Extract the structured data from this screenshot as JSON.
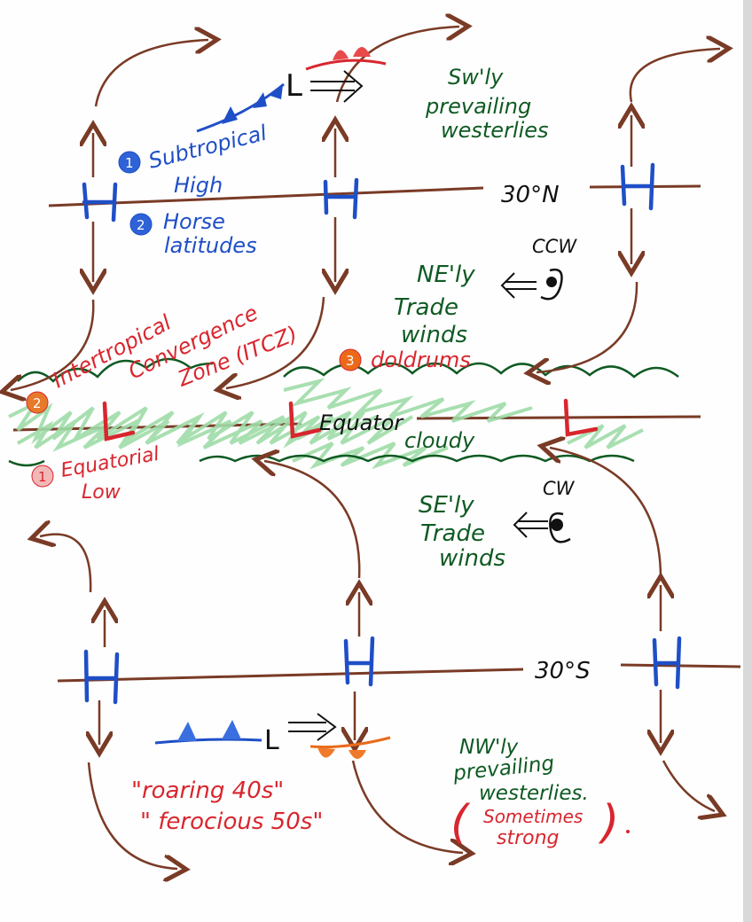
{
  "colors": {
    "brown": "#7a3b26",
    "green": "#0f5a23",
    "red": "#d8262e",
    "blue": "#1f4fc7",
    "orange": "#ea6a1a",
    "cloud": "#9fdca8",
    "black": "#111111"
  },
  "latitudes": {
    "north": "30°N",
    "south": "30°S",
    "equator": "Equator"
  },
  "pressure_symbols": {
    "high": "H",
    "low": "L"
  },
  "northern": {
    "prevailing": [
      "Sw'ly",
      "prevailing",
      "westerlies"
    ],
    "trades": [
      "NE'ly",
      "Trade",
      "winds"
    ],
    "rotation": "CCW",
    "subtropical_label": [
      "Subtropical",
      "High"
    ],
    "horse_label": [
      "Horse",
      "latitudes"
    ],
    "itcz_label": [
      "Intertropical",
      "Convergence",
      "Zone (ITCZ)"
    ],
    "doldrums_label": "doldrums",
    "cloudy_label": "cloudy",
    "equatorial_label": [
      "Equatorial",
      "Low"
    ]
  },
  "southern": {
    "trades": [
      "SE'ly",
      "Trade",
      "winds"
    ],
    "rotation": "CW",
    "prevailing": [
      "NW'ly",
      "prevailing",
      "westerlies."
    ],
    "sometimes": [
      "Sometimes",
      "strong"
    ],
    "roaring": "\"roaring 40s\"",
    "ferocious": "\" ferocious 50s\""
  },
  "markers": {
    "one": "1",
    "two": "2",
    "three": "3"
  },
  "front_low": "L"
}
